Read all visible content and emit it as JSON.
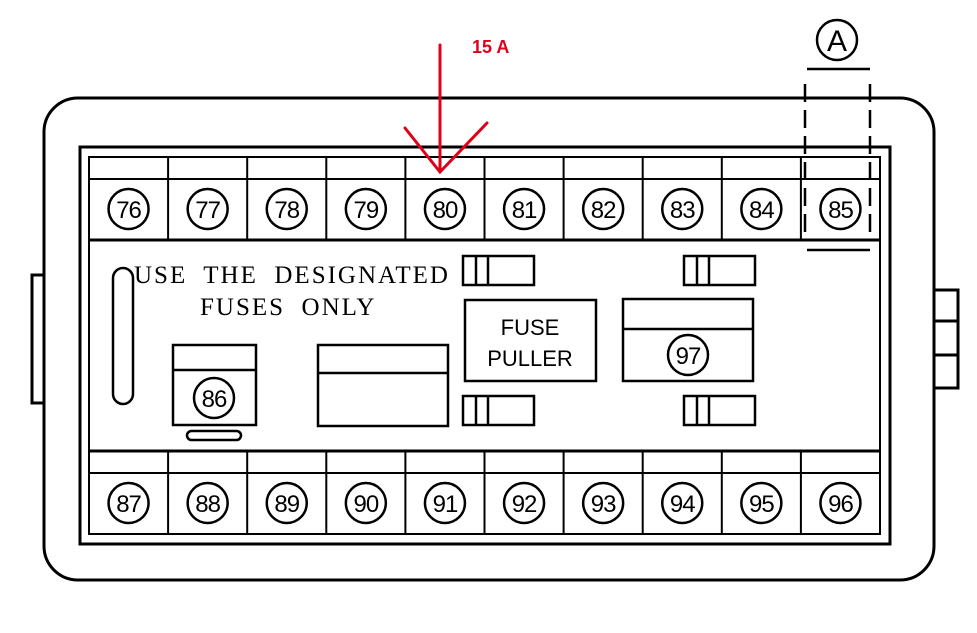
{
  "annotation": {
    "label": "15 A",
    "color": "#e0001a",
    "target_fuse": "80"
  },
  "callout": {
    "letter": "A",
    "target_fuse": "85"
  },
  "top_row": [
    "76",
    "77",
    "78",
    "79",
    "80",
    "81",
    "82",
    "83",
    "84",
    "85"
  ],
  "bottom_row": [
    "87",
    "88",
    "89",
    "90",
    "91",
    "92",
    "93",
    "94",
    "95",
    "96"
  ],
  "notice": {
    "line1": "USE  THE  DESIGNATED",
    "line2": "FUSES  ONLY"
  },
  "fuse_puller": {
    "line1": "FUSE",
    "line2": "PULLER"
  },
  "relay_left": {
    "number": "86"
  },
  "relay_right": {
    "number": "97"
  }
}
